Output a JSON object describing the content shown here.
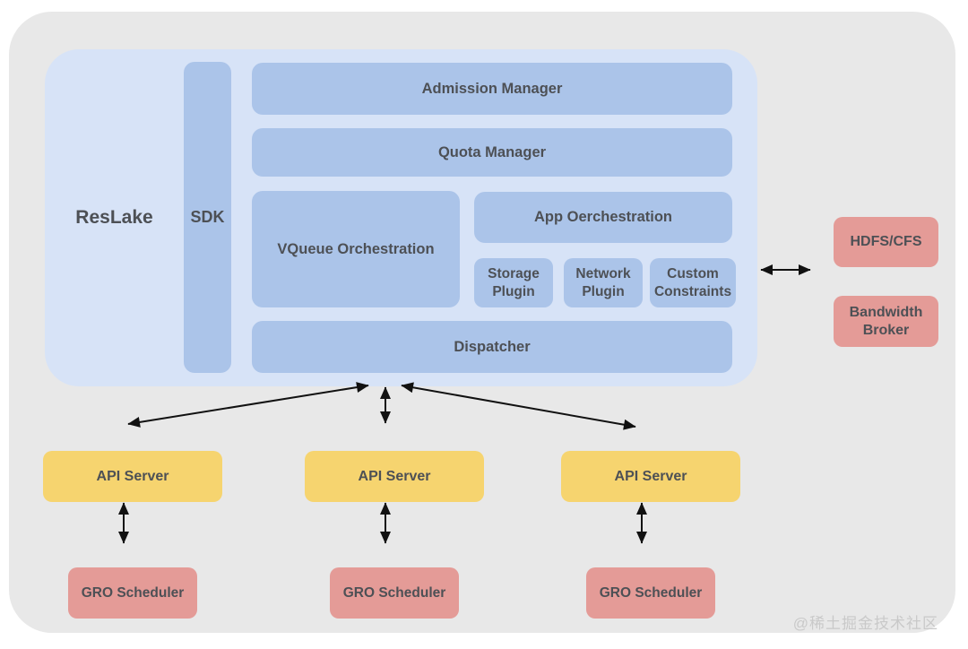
{
  "reslake": {
    "label": "ResLake",
    "sdk": "SDK",
    "admission_manager": "Admission Manager",
    "quota_manager": "Quota Manager",
    "vqueue_orchestration": "VQueue Orchestration",
    "app_orchestration": "App Oerchestration",
    "storage_plugin": "Storage Plugin",
    "network_plugin": "Network Plugin",
    "custom_constraints": "Custom Constraints",
    "dispatcher": "Dispatcher"
  },
  "external": {
    "hdfs_cfs": "HDFS/CFS",
    "bandwidth_broker": "Bandwidth Broker"
  },
  "clusters": [
    {
      "api_server": "API Server",
      "gro_scheduler": "GRO Scheduler"
    },
    {
      "api_server": "API Server",
      "gro_scheduler": "GRO Scheduler"
    },
    {
      "api_server": "API Server",
      "gro_scheduler": "GRO Scheduler"
    }
  ],
  "watermark": "@稀土掘金技术社区",
  "colors": {
    "outer_bg": "#e8e8e8",
    "reslake_bg": "#d7e3f7",
    "module_bg": "#abc4e9",
    "api_server_bg": "#f6d46f",
    "scheduler_bg": "#e49b97",
    "text": "#4d5055",
    "arrow": "#111111",
    "watermark": "#c9c9c9"
  }
}
